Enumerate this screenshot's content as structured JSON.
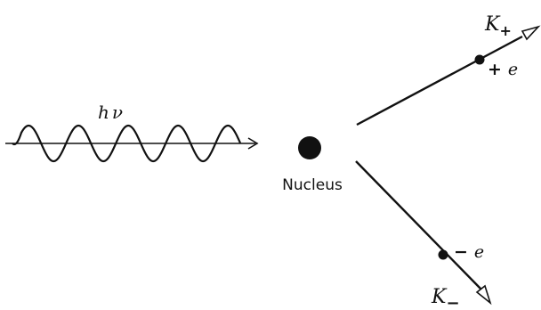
{
  "photon": {
    "label_h": "h",
    "label_nu": "ν"
  },
  "nucleus": {
    "label": "Nucleus"
  },
  "positron": {
    "energy_symbol": "K",
    "energy_subscript": "+",
    "charge_sign": "+",
    "charge_symbol": "e"
  },
  "electron": {
    "energy_symbol": "K",
    "energy_subscript": "−",
    "charge_sign": "−",
    "charge_symbol": "e"
  },
  "colors": {
    "ink": "#111111",
    "background": "#ffffff"
  }
}
